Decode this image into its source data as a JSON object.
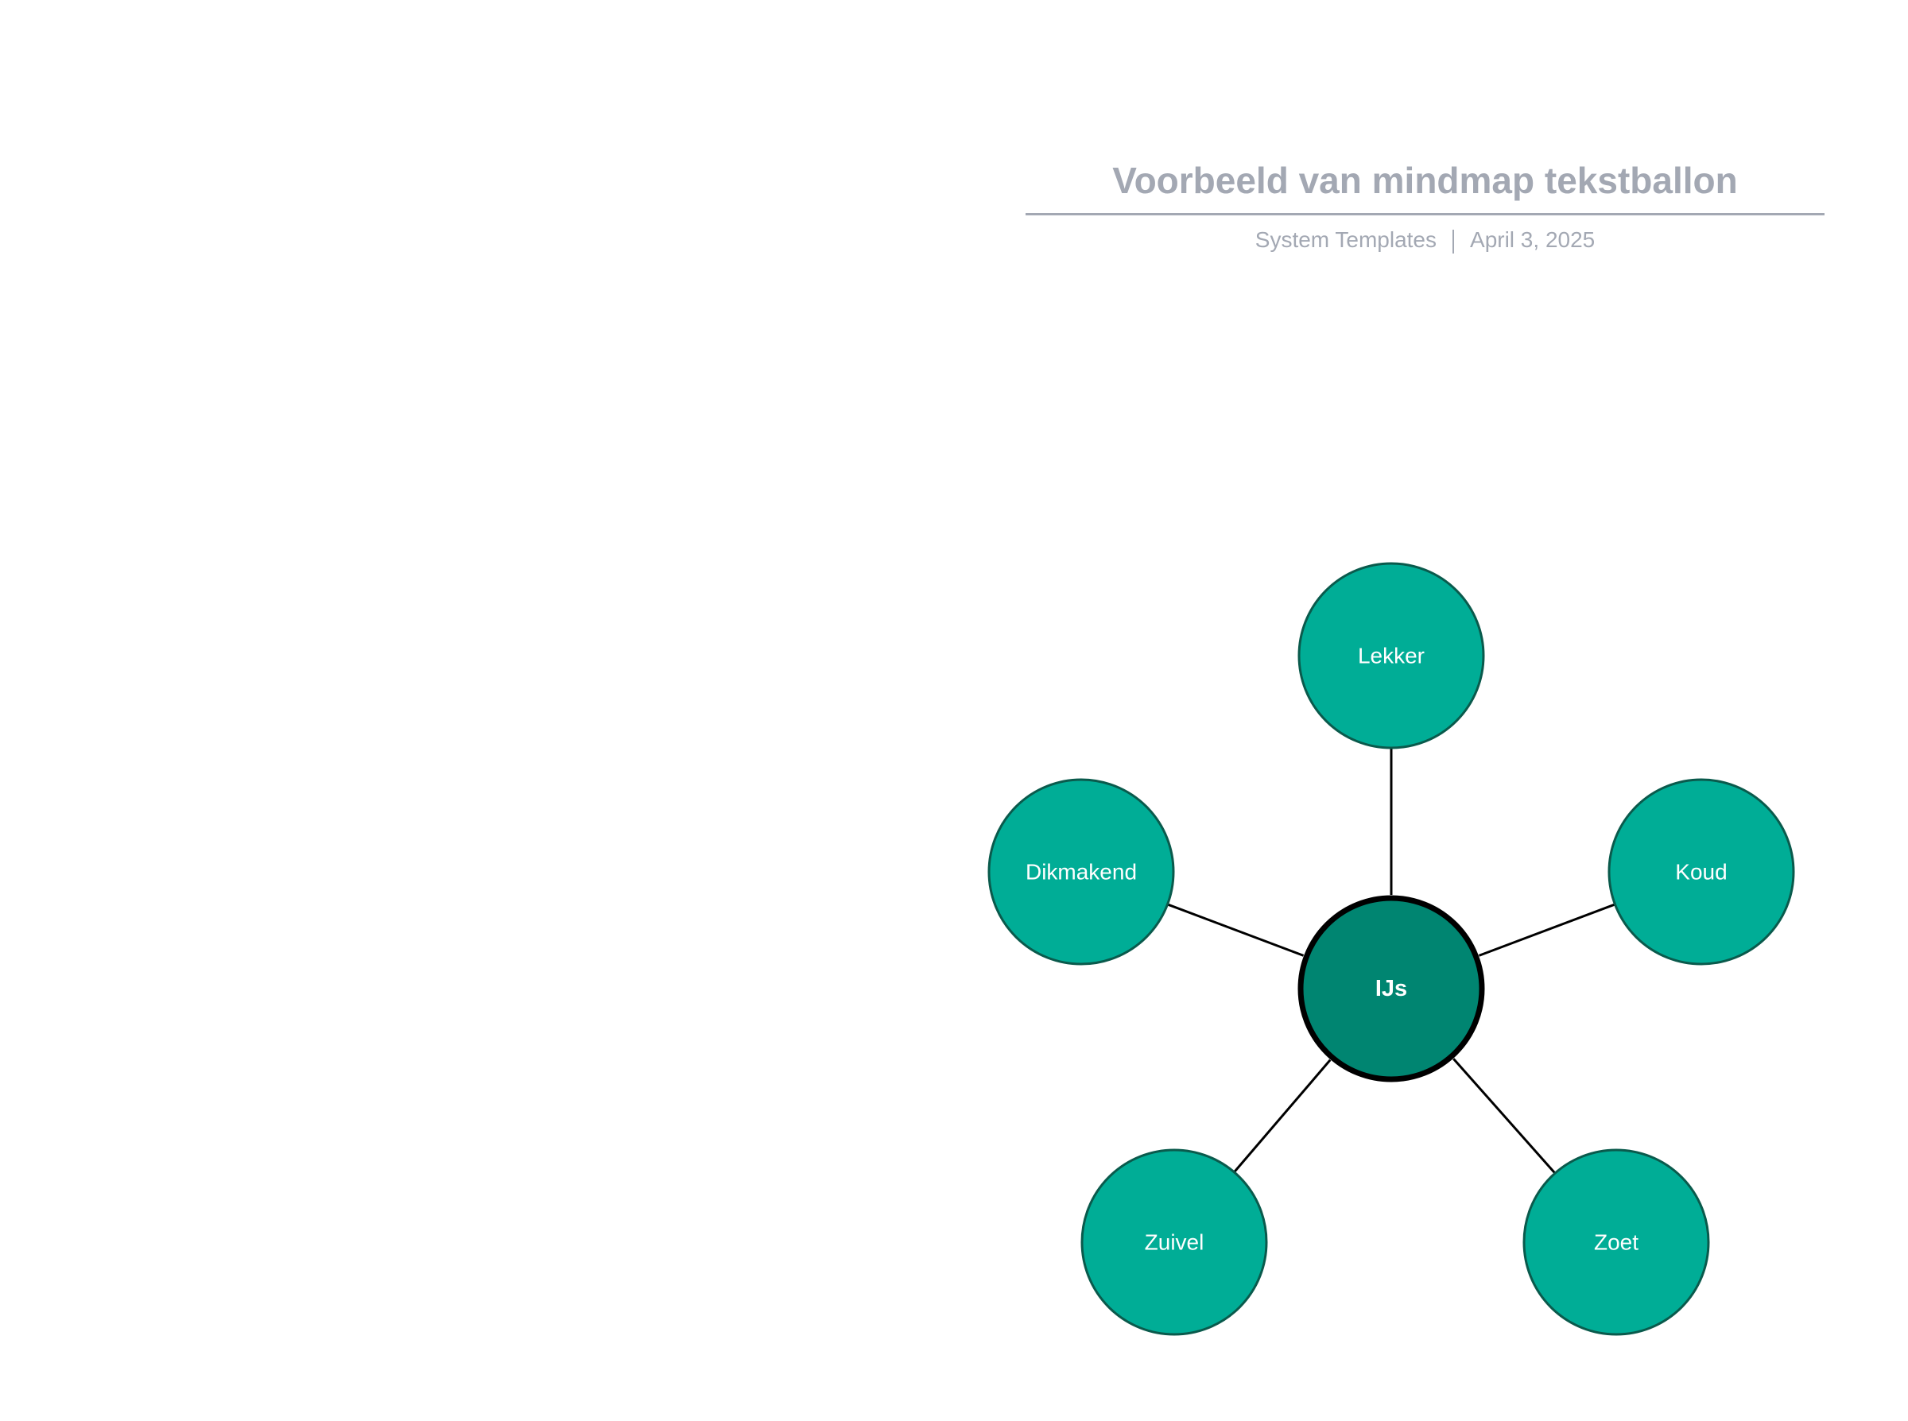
{
  "header": {
    "title": "Voorbeeld van mindmap tekstballon",
    "source": "System Templates",
    "date": "April 3, 2025"
  },
  "colors": {
    "header_text": "#a3a8b3",
    "center_fill": "#008571",
    "center_stroke": "#000000",
    "node_fill": "#00ad96",
    "node_stroke": "#0a5a4c",
    "connector": "#000000",
    "label": "#ffffff"
  },
  "mindmap": {
    "center": {
      "label": "IJs"
    },
    "branches": [
      {
        "label": "Lekker"
      },
      {
        "label": "Koud"
      },
      {
        "label": "Zoet"
      },
      {
        "label": "Zuivel"
      },
      {
        "label": "Dikmakend"
      }
    ]
  }
}
